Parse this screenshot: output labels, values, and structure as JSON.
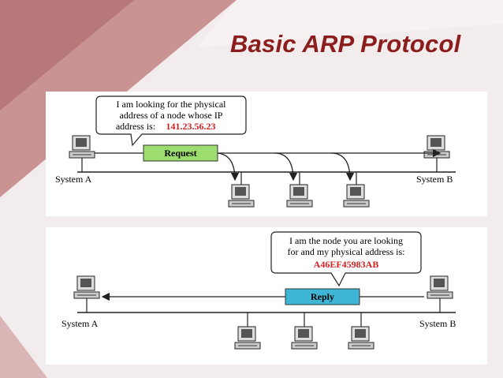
{
  "title": "Basic ARP Protocol",
  "request_panel": {
    "bubble_line1": "I am looking for the physical",
    "bubble_line2": "address of a node whose IP",
    "bubble_line3_prefix": "address is:",
    "ip_address": "141.23.56.23",
    "packet_label": "Request",
    "system_a": "System A",
    "system_b": "System B"
  },
  "reply_panel": {
    "bubble_line1": "I am the node you are looking",
    "bubble_line2": "for and my physical address is:",
    "physical_address": "A46EF45983AB",
    "packet_label": "Reply",
    "system_a": "System A",
    "system_b": "System B"
  },
  "colors": {
    "title": "#8c1d1d",
    "request_packet": "#9ddc6f",
    "reply_packet": "#3fb6d6",
    "highlight_text": "#d42020",
    "background": "#f3ecec",
    "accent_shape": "#c48a8a"
  },
  "icons": [
    "computer-icon"
  ]
}
